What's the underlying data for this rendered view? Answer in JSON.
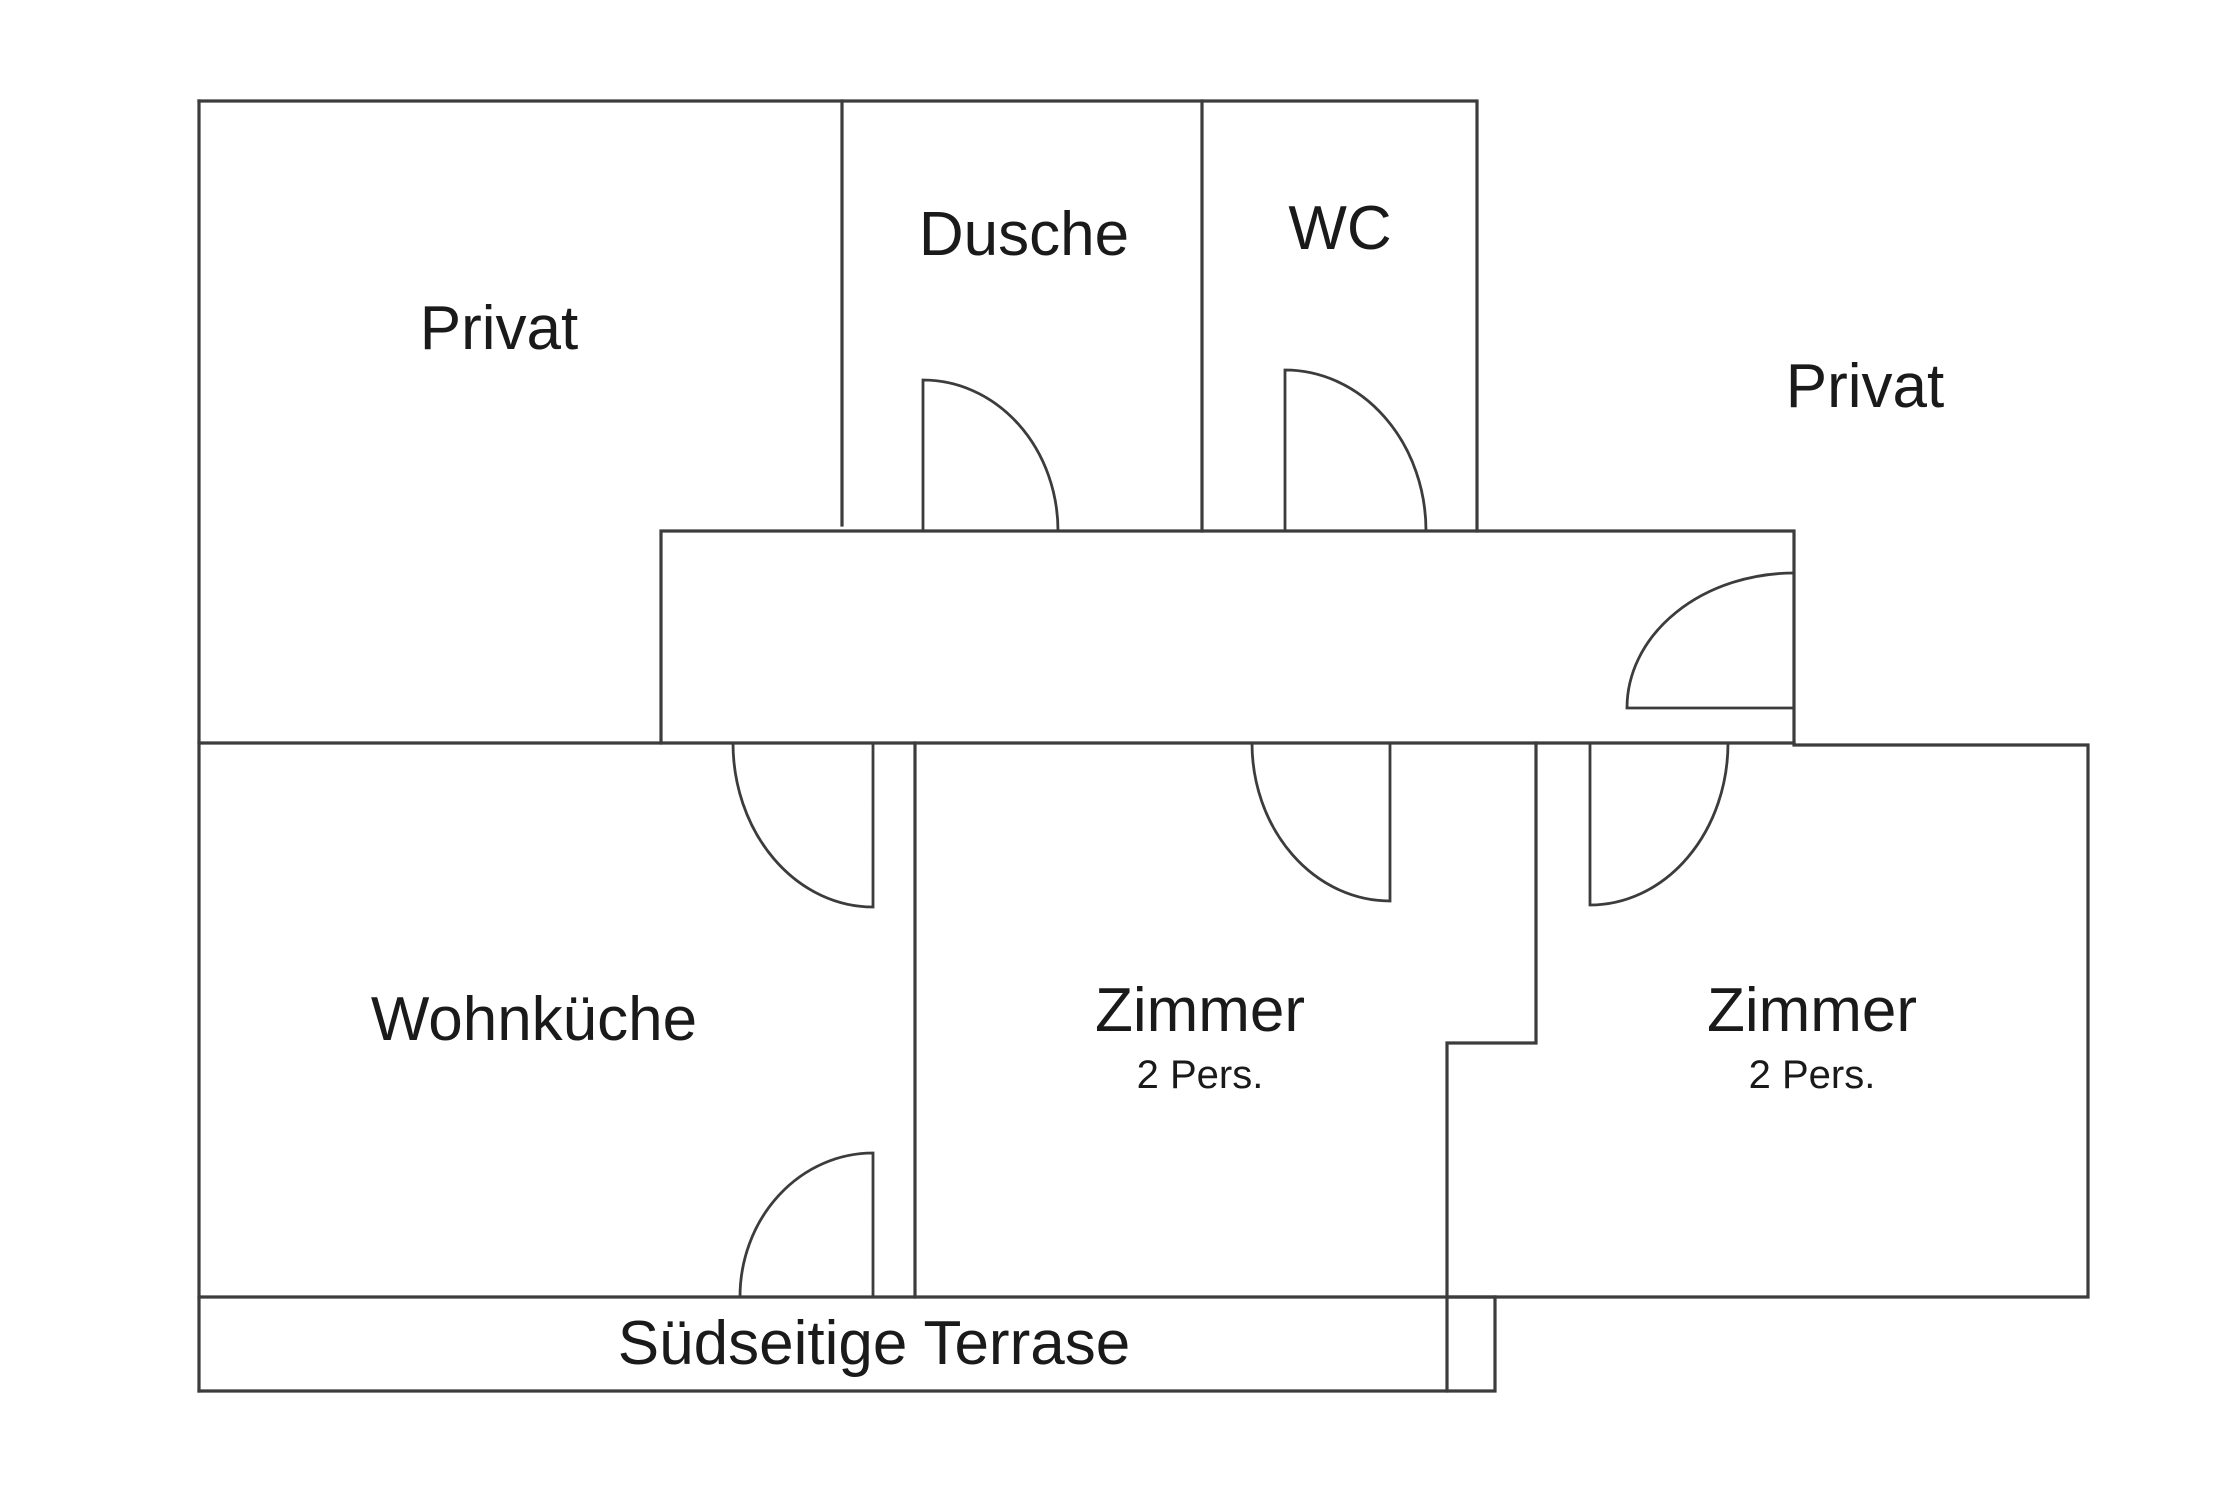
{
  "rooms": {
    "privat_left": {
      "label": "Privat"
    },
    "dusche": {
      "label": "Dusche"
    },
    "wc": {
      "label": "WC"
    },
    "privat_right": {
      "label": "Privat"
    },
    "wohnkueche": {
      "label": "Wohnküche"
    },
    "zimmer_middle": {
      "label": "Zimmer",
      "capacity": "2 Pers."
    },
    "zimmer_right": {
      "label": "Zimmer",
      "capacity": "2 Pers."
    },
    "terrasse": {
      "label": "Südseitige Terrase"
    }
  },
  "colors": {
    "wall": "#3c3c3c",
    "text": "#1a1a1a",
    "background": "#ffffff"
  }
}
